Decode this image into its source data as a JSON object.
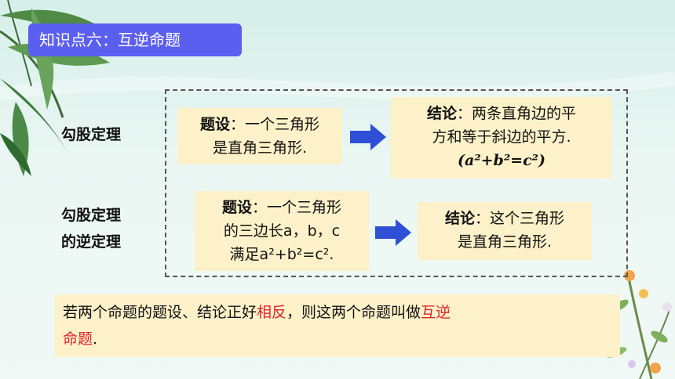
{
  "title": "知识点六：互逆命题",
  "row1": {
    "label": "勾股定理",
    "premise_label": "题设",
    "premise_line1": "：一个三角形",
    "premise_line2": "是直角三角形.",
    "conclusion_label": "结论",
    "conclusion_line1": "：两条直角边的平",
    "conclusion_line2": "方和等于斜边的平方.",
    "conclusion_formula": "(a²+b²=c²)"
  },
  "row2": {
    "label_line1": "勾股定理",
    "label_line2": "的逆定理",
    "premise_label": "题设",
    "premise_line1": "：一个三角形",
    "premise_line2": "的三边长a，b，c",
    "premise_line3": "满足a²+b²=c².",
    "conclusion_label": "结论",
    "conclusion_line1": "：这个三角形",
    "conclusion_line2": "是直角三角形."
  },
  "note": {
    "part1": "若两个命题的题设、结论正好",
    "highlight1": "相反",
    "part2": "，则这两个命题叫做",
    "highlight2": "互逆",
    "line2_highlight": "命题",
    "line2_end": "."
  },
  "colors": {
    "title_bg": "#5b5ff0",
    "card_bg": "#fdf1c9",
    "arrow": "#2f4fd6",
    "highlight": "#e0242b"
  },
  "icons": {
    "arrow": "right-arrow-icon",
    "leaves": "bamboo-leaves-icon",
    "flowers": "flower-branch-icon"
  }
}
